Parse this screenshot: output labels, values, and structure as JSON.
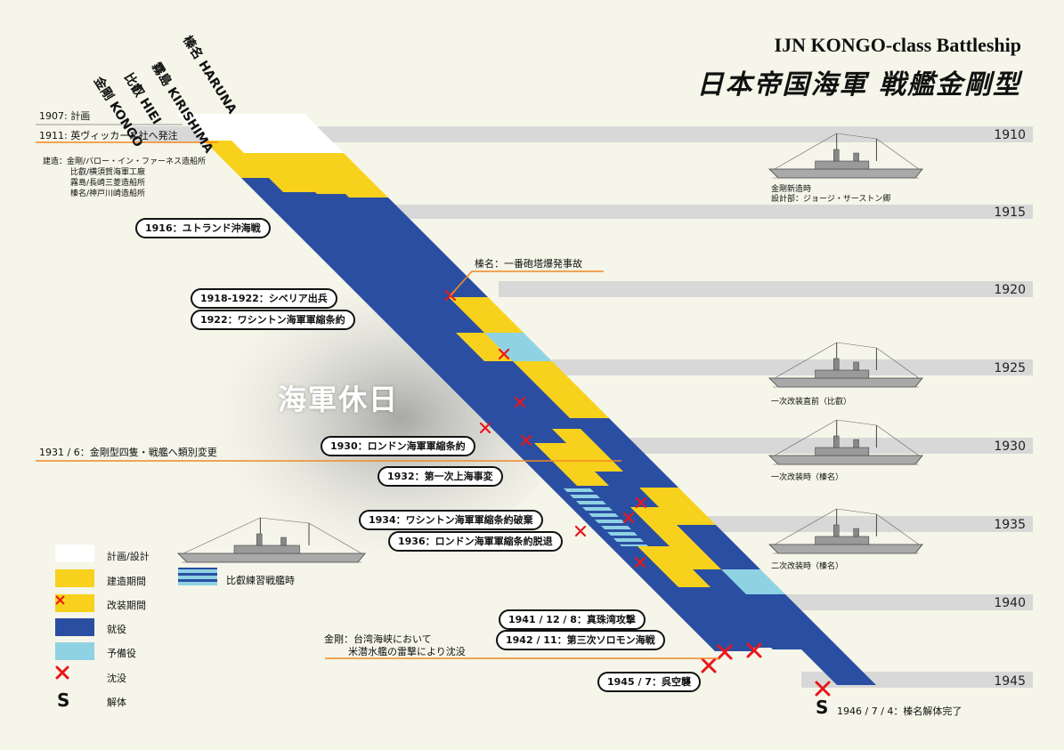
{
  "title_en": "IJN KONGO-class Battleship",
  "title_jp": "日本帝国海軍 戦艦金剛型",
  "ships": [
    {
      "name": "金剛 KONGO"
    },
    {
      "name": "比叡 HIEI"
    },
    {
      "name": "霧島 KIRISHIMA"
    },
    {
      "name": "榛名 HARUNA"
    }
  ],
  "years": [
    "1910",
    "1915",
    "1920",
    "1925",
    "1930",
    "1935",
    "1940",
    "1945"
  ],
  "left_notes": {
    "plan_1907": "1907: 計画",
    "order_1911": "1911: 英ヴィッカース社へ発注",
    "build_1": "建造：金剛/バロー・イン・ファーネス造船所",
    "build_2": "比叡/横須賀海軍工廠",
    "build_3": "霧島/長崎三菱造船所",
    "build_4": "榛名/神戸川崎造船所",
    "reclass_1931": "1931 / 6：金剛型四隻・戦艦へ類別変更"
  },
  "events": [
    {
      "label": "1916：ユトランド沖海戦"
    },
    {
      "label": "1918-1922：シベリア出兵"
    },
    {
      "label": "1922：ワシントン海軍軍縮条約"
    },
    {
      "label": "1930：ロンドン海軍軍縮条約"
    },
    {
      "label": "1932：第一次上海事変"
    },
    {
      "label": "1934：ワシントン海軍軍縮条約破棄"
    },
    {
      "label": "1936：ロンドン海軍軍縮条約脱退"
    },
    {
      "label": "1941 / 12 / 8：真珠湾攻撃"
    },
    {
      "label": "1942 / 11：第三次ソロモン海戦"
    },
    {
      "label": "1945 / 7：呉空襲"
    }
  ],
  "holiday_label": "海軍休日",
  "haruna_accident": "榛名：一番砲塔爆発事故",
  "kongo_sunk_1": "金剛：台湾海峡において",
  "kongo_sunk_2": "米潜水艦の雷撃により沈没",
  "scrap_note": "1946 / 7 / 4：榛名解体完了",
  "silhouettes": [
    {
      "caption1": "金剛新造時",
      "caption2": "設計部：ジョージ・サーストン卿"
    },
    {
      "caption1": "一次改装直前（比叡）",
      "caption2": ""
    },
    {
      "caption1": "一次改装時（榛名）",
      "caption2": ""
    },
    {
      "caption1": "二次改装時（榛名）",
      "caption2": ""
    }
  ],
  "legend": [
    {
      "label": "計画/設計"
    },
    {
      "label": "建造期間"
    },
    {
      "label": "改装期間"
    },
    {
      "label": "就役"
    },
    {
      "label": "予備役"
    },
    {
      "label": "沈没"
    },
    {
      "label": "解体"
    }
  ],
  "training_label": "比叡練習戦艦時",
  "colors": {
    "background": "#f5f5e9",
    "band": "#d8d8d8",
    "plan": "#ffffff",
    "build": "#f7d11c",
    "service": "#2a4fa2",
    "reserve": "#8fd2e4",
    "sunk": "#e8171c",
    "orange": "#f08a24"
  }
}
